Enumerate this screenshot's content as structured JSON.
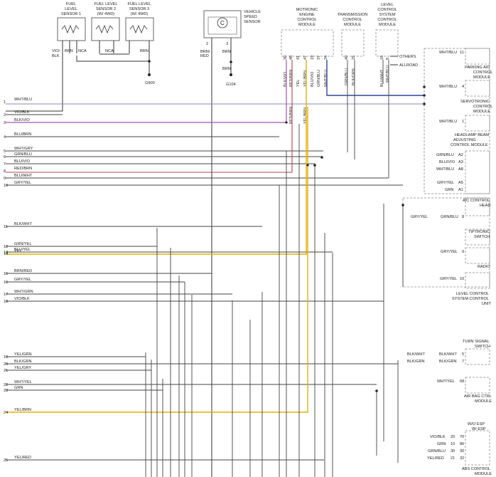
{
  "sensors": {
    "fuel1": {
      "l1": "FUEL",
      "l2": "LEVEL",
      "l3": "SENSOR 1",
      "wire_a1": "VIO/",
      "wire_a2": "BLK",
      "wire_b": "BRN",
      "wire_c": "NCA"
    },
    "fuel2": {
      "l1": "FUEL LEVEL",
      "l2": "SENSOR 2",
      "l3": "(W/ 4WD)",
      "wire_c": "NCA"
    },
    "fuel3": {
      "l1": "FUEL LEVEL",
      "l2": "SENSOR 3",
      "l3": "(W/ 4WD)",
      "wire": "BRN"
    },
    "ground1": "G900",
    "vss": {
      "l1": "VEHICLE",
      "l2": "SPEED",
      "l3": "SENSOR",
      "symbol": "C",
      "pin2": "2",
      "pin3": "3",
      "wire_a1": "BRN/",
      "wire_a2": "RED",
      "wire_b": "BRN",
      "wire_b2": "BRN"
    },
    "ground2": "G104"
  },
  "modules": {
    "mecm": {
      "l1": "MOTRONIC",
      "l2": "ENGINE",
      "l3": "CONTROL",
      "l4": "MODULE"
    },
    "tcm": {
      "l1": "TRANSMISSION",
      "l2": "CONTROL",
      "l3": "MODULE"
    },
    "lcm": {
      "l1": "LEVEL",
      "l2": "CONTROL",
      "l3": "SYSTEM",
      "l4": "CONTROL",
      "l5": "MODULE",
      "variant1": "OTHERS",
      "variant2": "ALLROAD"
    }
  },
  "pins": {
    "mecm": [
      "30",
      "48",
      "41",
      "47",
      "19",
      "37",
      "34"
    ],
    "tcm": [
      "40",
      "25"
    ],
    "lcm": [
      "18",
      "8"
    ]
  },
  "vlabels": [
    "BLK/VIO",
    "RED/BRN",
    "YEL",
    "YEL/BRN",
    "BLU/VIO",
    "GRN/BLU",
    "WHT/BLU",
    "GRN/BLU",
    "BLK/GRN",
    "BLU/WHT",
    "WHT/BLU",
    "RED/BRN",
    "YEL/BRN"
  ],
  "right": {
    "pa_wire": "WHT/BLU",
    "pa_pin": "11",
    "pa_l1": "PARKING AID",
    "pa_l2": "CONTROL",
    "pa_l3": "MODULE",
    "servo_wire": "WHT/BLU",
    "servo_pin": "4",
    "servo_l1": "SERVOTRONIC",
    "servo_l2": "CONTROL",
    "servo_l3": "MODULE",
    "hl_wire": "WHT/BLU",
    "hl_pin": "1",
    "hl_l1": "HEADLAMP BEAM",
    "hl_l2": "ADJUSTING",
    "hl_l3": "CONTROL MODULE",
    "c1_wire": "GRN/BLU",
    "c1_pin": "A2",
    "c2_wire": "BLU/VIO",
    "c2_pin": "A3",
    "c3_wire": "WHT/BLU",
    "c3_pin": "A8",
    "ac_wire1": "GRY/YEL",
    "ac_pin1": "A5",
    "ac_wire2": "GRN",
    "ac_pin2": "A1",
    "ac_l1": "A/C CONTROL",
    "ac_l2": "HEAD",
    "tip_wire_a": "GRY/YEL",
    "tip_wire_b": "GRN/BLU",
    "tip_pin": "8",
    "tip_l1": "TIPTRONIC",
    "tip_l2": "SWITCH",
    "radio_wire": "GRY/YEL",
    "radio_pin": "9",
    "radio_l1": "RADIO",
    "lvl_wire": "GRY/YEL",
    "lvl_pin": "10",
    "lvl_l1": "LEVEL CONTROL",
    "lvl_l2": "SYSTEM CONTROL",
    "lvl_l3": "UNIT",
    "ts_l1": "TURN SIGNAL",
    "ts_l2": "SWITCH",
    "ts_wire_a1": "BLK/WHT",
    "ts_wire_b1": "BLK/WHT",
    "ts_pin1": "5",
    "ts_wire_a2": "BLK/GRN",
    "ts_wire_b2": "BLK/GRN",
    "ts_pin2": "7",
    "ab_wire": "WHT/YEL",
    "ab_pin": "68",
    "ab_l1": "AIR BAG CTRL",
    "ab_l2": "MODULE",
    "abs_v1": "W/O ESP",
    "abs_v2": "W/ ESP",
    "abs_w1": "VIO/BLK",
    "abs_p1a": "20",
    "abs_p1b": "70",
    "abs_w2": "GRN",
    "abs_p2a": "10",
    "abs_p2b": "86",
    "abs_w3": "GRN/BLU",
    "abs_p3a": "30",
    "abs_p3b": "30",
    "abs_w4": "YEL/RED",
    "abs_p4a": "21",
    "abs_p4b": "32",
    "abs_l1": "ABS CONTROL",
    "abs_l2": "MODULE"
  },
  "rows": [
    {
      "n": "1",
      "label": "WHT/BLU"
    },
    {
      "n": "2",
      "label": "VIO/BLK"
    },
    {
      "n": "3",
      "label": "BLK/VIO"
    },
    {
      "n": "4",
      "label": "BLU/BRN"
    },
    {
      "n": "5",
      "label": "WHT/GRY"
    },
    {
      "n": "6",
      "label": "GRN/BLU"
    },
    {
      "n": "7",
      "label": "BLU/VIO"
    },
    {
      "n": "8",
      "label": "RED/BRN"
    },
    {
      "n": "9",
      "label": "BLU/WHT"
    },
    {
      "n": "10",
      "label": "GRY/YEL"
    },
    {
      "n": "11",
      "label": "BLK/WHT"
    },
    {
      "n": "12",
      "label": "GRN/YEL"
    },
    {
      "n": "13",
      "label": "BLU/YEL"
    },
    {
      "n": "14",
      "label": "YEL"
    },
    {
      "n": "15",
      "label": "BRN/RED"
    },
    {
      "n": "16",
      "label": "GRY/YEL"
    },
    {
      "n": "17",
      "label": "WHT/GRN"
    },
    {
      "n": "18",
      "label": "VIO/BLK"
    },
    {
      "n": "19",
      "label": "YEL/GRN"
    },
    {
      "n": "20",
      "label": "BLK/GRN"
    },
    {
      "n": "21",
      "label": "YEL/GRY"
    },
    {
      "n": "22",
      "label": "WHT/YEL"
    },
    {
      "n": "23",
      "label": "GRN"
    },
    {
      "n": "24",
      "label": "YEL/BRN"
    },
    {
      "n": "25",
      "label": "YEL/RED"
    }
  ]
}
